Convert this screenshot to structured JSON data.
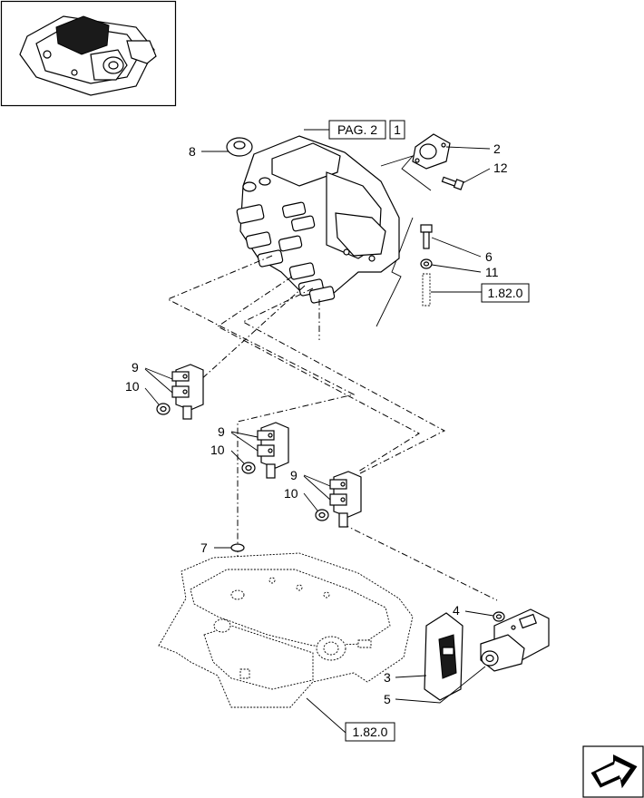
{
  "references": {
    "page_ref_label": "PAG. 2",
    "page_ref_number": "1",
    "ref_top": "1.82.0",
    "ref_bottom": "1.82.0"
  },
  "callouts": {
    "c2": "2",
    "c12": "12",
    "c6": "6",
    "c11": "11",
    "c8": "8",
    "c9a": "9",
    "c10a": "10",
    "c9b": "9",
    "c10b": "10",
    "c9c": "9",
    "c10c": "10",
    "c7": "7",
    "c4": "4",
    "c3": "3",
    "c5": "5"
  },
  "icons": {
    "thumbnail": "valve-assembly-thumbnail-icon",
    "nav": "next-page-arrow-icon"
  }
}
